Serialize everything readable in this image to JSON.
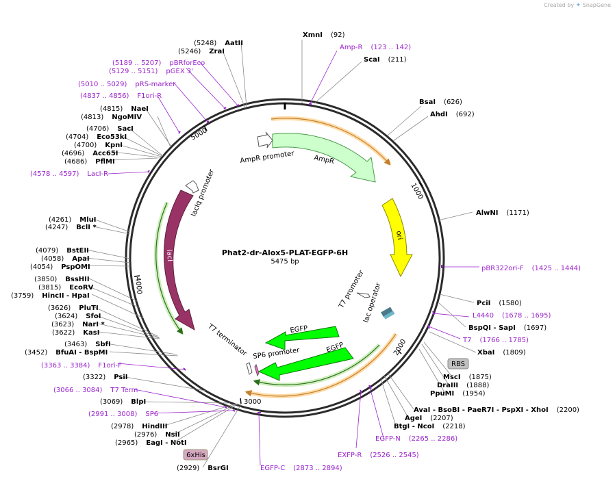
{
  "credit": {
    "prefix": "Created by",
    "brand": "SnapGene"
  },
  "map": {
    "name": "Phat2-dr-Alox5-PLAT-EGFP-6H",
    "length": "5475 bp",
    "ticks": [
      "1000",
      "2000",
      "3000",
      "4000",
      "5000"
    ]
  },
  "features": {
    "ampr_promoter": "AmpR promoter",
    "ampr": "AmpR",
    "ori": "ori",
    "lacIq_promoter": "lacIq promoter",
    "lacI": "lacI",
    "t7_promoter": "T7 promoter",
    "lac_operator": "lac operator",
    "egfp_1": "EGFP",
    "egfp_2": "EGFP",
    "t7_terminator": "T7 terminator",
    "sp6_promoter": "SP6 promoter",
    "rbs_box": "RBS",
    "his_box": "6xHis"
  },
  "sites": [
    {
      "name": "XmnI",
      "num": "(92)"
    },
    {
      "name": "ScaI",
      "num": "(211)"
    },
    {
      "name": "BsaI",
      "num": "(626)"
    },
    {
      "name": "AhdI",
      "num": "(692)"
    },
    {
      "name": "AlwNI",
      "num": "(1171)"
    },
    {
      "name": "PciI",
      "num": "(1580)"
    },
    {
      "name": "BspQI - SapI",
      "num": "(1697)"
    },
    {
      "name": "XbaI",
      "num": "(1809)"
    },
    {
      "name": "MscI",
      "num": "(1875)"
    },
    {
      "name": "DraIII",
      "num": "(1888)"
    },
    {
      "name": "PpuMI",
      "num": "(1954)"
    },
    {
      "name": "AvaI - BsoBI - PaeR7I - PspXI - XhoI",
      "num": "(2200)"
    },
    {
      "name": "AgeI",
      "num": "(2207)"
    },
    {
      "name": "BtgI - NcoI",
      "num": "(2218)"
    },
    {
      "name": "BsrGI",
      "num": "(2929)"
    },
    {
      "name": "EagI - NotI",
      "num": "(2965)"
    },
    {
      "name": "NsiI",
      "num": "(2976)"
    },
    {
      "name": "HindIII",
      "num": "(2978)"
    },
    {
      "name": "BlpI",
      "num": "(3069)"
    },
    {
      "name": "PsiI",
      "num": "(3322)"
    },
    {
      "name": "BfuAI - BspMI",
      "num": "(3452)"
    },
    {
      "name": "SbfI",
      "num": "(3463)"
    },
    {
      "name": "KasI",
      "num": "(3622)"
    },
    {
      "name": "NarI *",
      "num": "(3623)"
    },
    {
      "name": "SfoI",
      "num": "(3624)"
    },
    {
      "name": "PluTI",
      "num": "(3626)"
    },
    {
      "name": "HincII - HpaI",
      "num": "(3759)"
    },
    {
      "name": "EcoRV",
      "num": "(3815)"
    },
    {
      "name": "BssHII",
      "num": "(3850)"
    },
    {
      "name": "PspOMI",
      "num": "(4054)"
    },
    {
      "name": "ApaI",
      "num": "(4058)"
    },
    {
      "name": "BstEII",
      "num": "(4079)"
    },
    {
      "name": "BclI *",
      "num": "(4247)"
    },
    {
      "name": "MluI",
      "num": "(4261)"
    },
    {
      "name": "PflMI",
      "num": "(4686)"
    },
    {
      "name": "Acc65I",
      "num": "(4696)"
    },
    {
      "name": "KpnI",
      "num": "(4700)"
    },
    {
      "name": "Eco53kI",
      "num": "(4704)"
    },
    {
      "name": "SacI",
      "num": "(4706)"
    },
    {
      "name": "NgoMIV",
      "num": "(4813)"
    },
    {
      "name": "NaeI",
      "num": "(4815)"
    },
    {
      "name": "ZraI",
      "num": "(5246)"
    },
    {
      "name": "AatII",
      "num": "(5248)"
    }
  ],
  "primers": [
    {
      "name": "Amp-R",
      "range": "(123 .. 142)"
    },
    {
      "name": "pBR322ori-F",
      "range": "(1425 .. 1444)"
    },
    {
      "name": "L4440",
      "range": "(1678 .. 1695)"
    },
    {
      "name": "T7",
      "range": "(1766 .. 1785)"
    },
    {
      "name": "EGFP-N",
      "range": "(2265 .. 2286)"
    },
    {
      "name": "EXFP-R",
      "range": "(2526 .. 2545)"
    },
    {
      "name": "EGFP-C",
      "range": "(2873 .. 2894)"
    },
    {
      "name": "SP6",
      "range": "(2991 .. 3008)"
    },
    {
      "name": "T7 Term",
      "range": "(3066 .. 3084)"
    },
    {
      "name": "F1ori-F",
      "range": "(3363 .. 3384)"
    },
    {
      "name": "LacI-R",
      "range": "(4578 .. 4597)"
    },
    {
      "name": "F1ori-R",
      "range": "(4837 .. 4856)"
    },
    {
      "name": "pRS-marker",
      "range": "(5010 .. 5029)"
    },
    {
      "name": "pGEX 3'",
      "range": "(5129 .. 5151)"
    },
    {
      "name": "pBRforEco",
      "range": "(5189 .. 5207)"
    }
  ],
  "colors": {
    "ampr": "#ccffcc",
    "ori": "#ffff00",
    "lacI": "#993366",
    "egfp": "#00ff00",
    "primer": "#9a22cc",
    "orf_orange": "#ffbb66",
    "orf_green": "#a8e08a"
  }
}
